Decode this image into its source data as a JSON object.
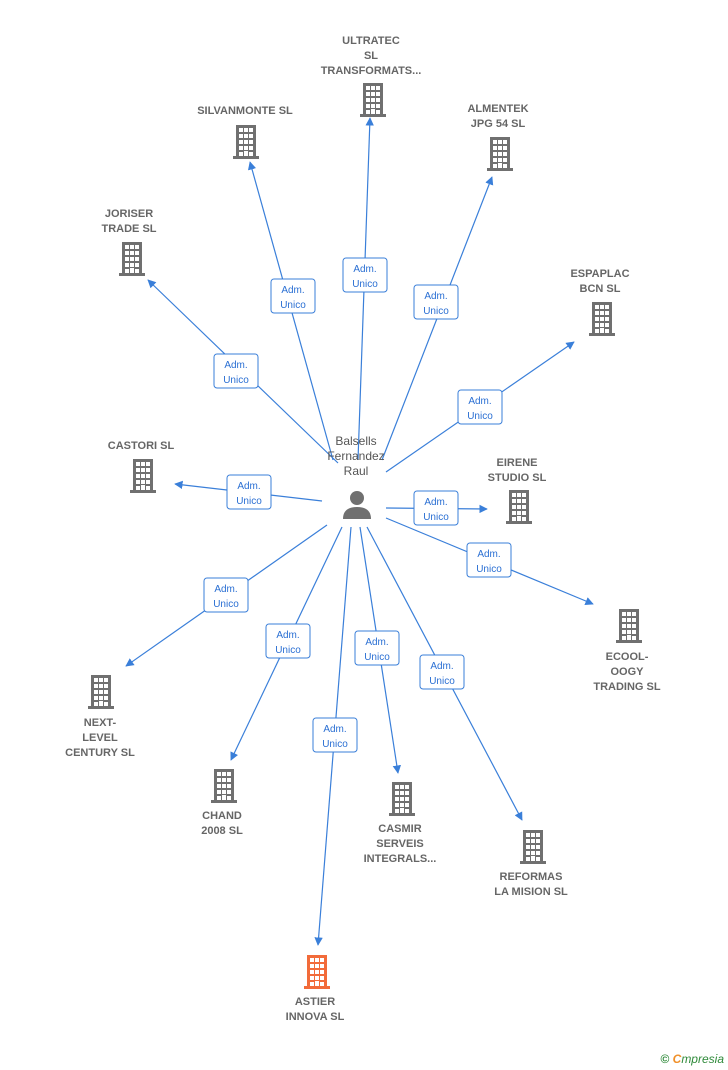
{
  "person": {
    "name_lines": [
      "Balsells",
      "Fernandez",
      "Raul"
    ],
    "icon": "person-icon"
  },
  "edge_label_lines": [
    "Adm.",
    "Unico"
  ],
  "colors": {
    "edge": "#3a7fd9",
    "company": "#707070",
    "highlight": "#f26b3a",
    "label": "#666666"
  },
  "companies": [
    {
      "id": "ultratec",
      "lines": [
        "ULTRATEC",
        "SL",
        "TRANSFORMATS..."
      ],
      "highlight": false,
      "edge_label": [
        "Adm.",
        "Unico"
      ]
    },
    {
      "id": "silvanmonte",
      "lines": [
        "SILVANMONTE SL"
      ],
      "highlight": false,
      "edge_label": [
        "Adm.",
        "Unico"
      ]
    },
    {
      "id": "almentek",
      "lines": [
        "ALMENTEK",
        "JPG 54  SL"
      ],
      "highlight": false,
      "edge_label": [
        "Adm.",
        "Unico"
      ]
    },
    {
      "id": "joriser",
      "lines": [
        "JORISER",
        "TRADE SL"
      ],
      "highlight": false,
      "edge_label": [
        "Adm.",
        "Unico"
      ]
    },
    {
      "id": "espaplac",
      "lines": [
        "ESPAPLAC",
        "BCN SL"
      ],
      "highlight": false,
      "edge_label": [
        "Adm.",
        "Unico"
      ]
    },
    {
      "id": "castori",
      "lines": [
        "CASTORI SL"
      ],
      "highlight": false,
      "edge_label": [
        "Adm.",
        "Unico"
      ]
    },
    {
      "id": "eirene",
      "lines": [
        "EIRENE",
        "STUDIO SL"
      ],
      "highlight": false,
      "edge_label": [
        "Adm.",
        "Unico"
      ]
    },
    {
      "id": "ecool",
      "lines": [
        "ECOOL-",
        "OOGY",
        "TRADING SL"
      ],
      "highlight": false,
      "edge_label": [
        "Adm.",
        "Unico"
      ]
    },
    {
      "id": "nextlevel",
      "lines": [
        "NEXT-",
        "LEVEL",
        "CENTURY  SL"
      ],
      "highlight": false,
      "edge_label": [
        "Adm.",
        "Unico"
      ]
    },
    {
      "id": "chand",
      "lines": [
        "CHAND",
        "2008 SL"
      ],
      "highlight": false,
      "edge_label": [
        "Adm.",
        "Unico"
      ]
    },
    {
      "id": "casmir",
      "lines": [
        "CASMIR",
        "SERVEIS",
        "INTEGRALS..."
      ],
      "highlight": false,
      "edge_label": [
        "Adm.",
        "Unico"
      ]
    },
    {
      "id": "reformas",
      "lines": [
        "REFORMAS",
        "LA MISION SL"
      ],
      "highlight": false,
      "edge_label": [
        "Adm.",
        "Unico"
      ]
    },
    {
      "id": "astier",
      "lines": [
        "ASTIER",
        "INNOVA  SL"
      ],
      "highlight": true,
      "edge_label": [
        "Adm.",
        "Unico"
      ]
    }
  ],
  "footer": {
    "copyright_symbol": "©",
    "brand_first": "C",
    "brand_rest": "mpresia"
  }
}
